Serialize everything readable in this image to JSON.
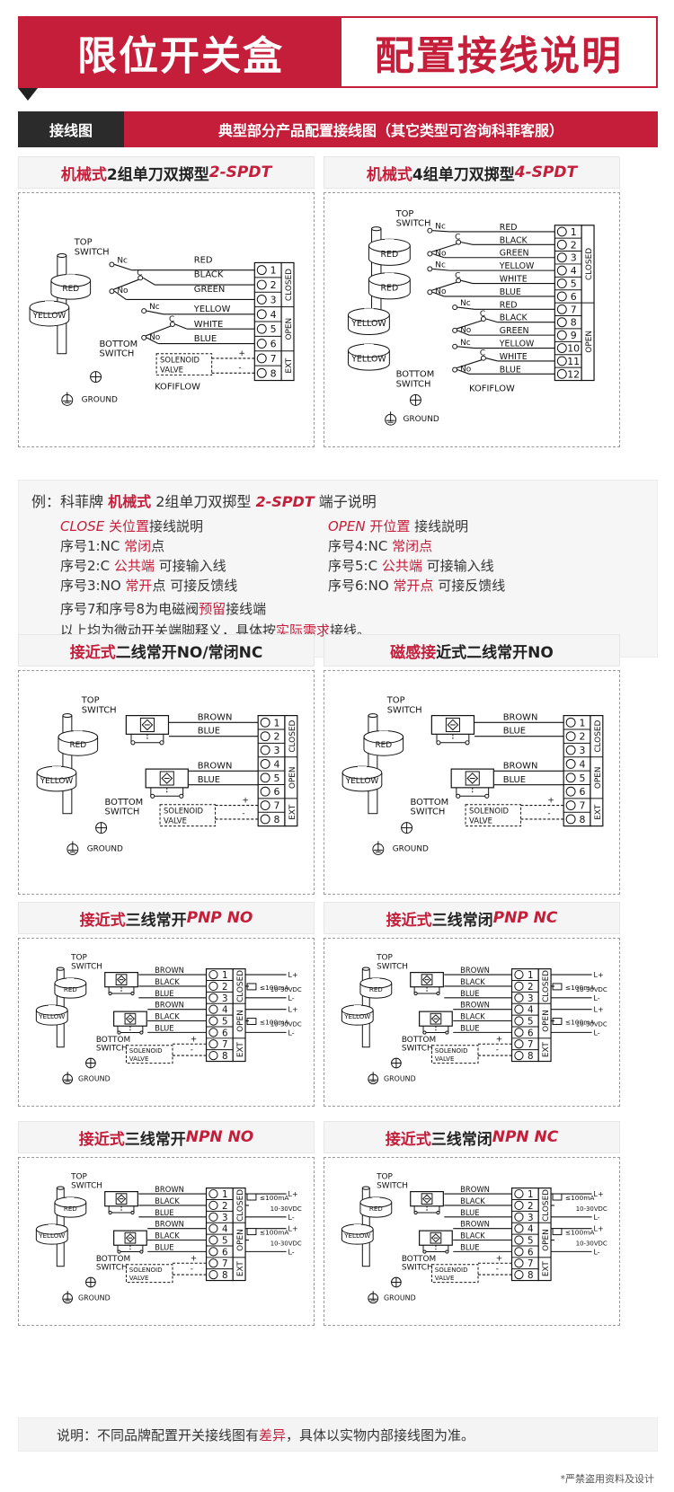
{
  "header": {
    "left_title": "限位开关盒",
    "right_title": "配置接线说明"
  },
  "bar": {
    "tag": "接线图",
    "text": "典型部分产品配置接线图（其它类型可咨询科菲客服）"
  },
  "panels": [
    {
      "title_red": "机械式",
      "title_mid": " 2组单刀双掷型",
      "title_it": "2-SPDT"
    },
    {
      "title_red": "机械式",
      "title_mid": " 4组单刀双掷型",
      "title_it": "4-SPDT"
    },
    {
      "title_red": "接近式",
      "title_mid": " 二线常开NO/常闭NC",
      "title_it": ""
    },
    {
      "title_red": "磁感接",
      "title_mid": " 近式二线常开NO",
      "title_it": ""
    },
    {
      "title_red": "接近式",
      "title_mid": " 三线常开",
      "title_it": "PNP NO"
    },
    {
      "title_red": "接近式",
      "title_mid": " 三线常闭",
      "title_it": "PNP NC"
    },
    {
      "title_red": "接近式",
      "title_mid": " 三线常开",
      "title_it": "NPN NO"
    },
    {
      "title_red": "接近式",
      "title_mid": " 三线常闭",
      "title_it": "NPN NC"
    }
  ],
  "labels": {
    "top_switch_1": "TOP",
    "top_switch_2": "SWITCH",
    "bottom_switch_1": "BOTTOM",
    "bottom_switch_2": "SWITCH",
    "red": "RED",
    "yellow": "YELLOW",
    "ground": "GROUND",
    "solenoid": "SOLENOID",
    "valve": "VALVE",
    "kofiflow": "KOFIFLOW",
    "closed": "CLOSED",
    "open": "OPEN",
    "ext": "EXT",
    "nc": "Nc",
    "c": "C",
    "no": "No",
    "w_red": "RED",
    "w_black": "BLACK",
    "w_green": "GREEN",
    "w_yellow": "YELLOW",
    "w_white": "WHITE",
    "w_blue": "BLUE",
    "w_brown": "BROWN",
    "plus": "+",
    "minus": "-",
    "lplus": "L+",
    "lminus": "L-",
    "current": "≤100mA",
    "voltage": "10-30VDC"
  },
  "desc": {
    "l1a": "例：科菲牌 ",
    "l1b": "机械式",
    "l1c": " 2组单刀双掷型 ",
    "l1d": "2-SPDT",
    "l1e": " 端子说明",
    "c_head1": "CLOSE",
    "c_head2": " 关位置",
    "c_head3": "接线説明",
    "c1a": "序号1:NC ",
    "c1b": "常闭",
    "c1c": "点",
    "c2a": "序号2:C ",
    "c2b": "公共端",
    "c2c": " 可接输入线",
    "c3a": "序号3:NO ",
    "c3b": "常开",
    "c3c": "点 可接反馈线",
    "o_head1": "OPEN",
    "o_head2": " 开位置",
    "o_head3": " 接线説明",
    "o1a": "序号4:NC ",
    "o1b": "常闭点",
    "o2a": "序号5:C ",
    "o2b": "公共端",
    "o2c": " 可接输入线",
    "o3a": "序号6:NO ",
    "o3b": "常开点",
    "o3c": " 可接反馈线",
    "l7a": "序号7和序号8为电磁阀",
    "l7b": "预留",
    "l7c": "接线端",
    "l8a": "以上均为微动开关端脚释义，具体按",
    "l8b": "实际需求",
    "l8c": "接线。"
  },
  "note": {
    "a": "说明：不同品牌配置开关接线图有",
    "b": "差异",
    "c": "，具体以实物内部接线图为准。"
  },
  "footer": "*严禁盗用资料及设计",
  "colors": {
    "accent": "#c41e3a",
    "dark": "#2b2b2b"
  }
}
